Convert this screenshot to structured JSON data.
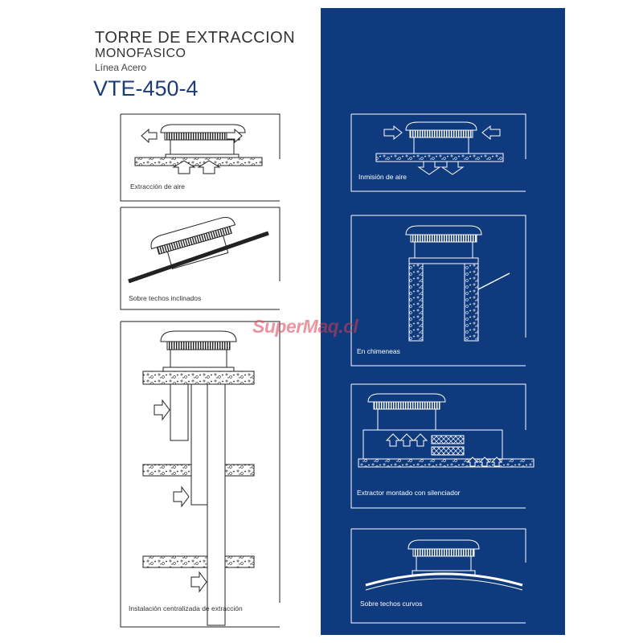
{
  "header": {
    "title_line1": "TORRE DE EXTRACCION",
    "title_line2": "MONOFASICO",
    "subtitle": "Línea Acero",
    "model": "VTE-450-4"
  },
  "captions": {
    "extraccion": "Extracción de aire",
    "techos_inclinados": "Sobre techos inclinados",
    "centralizada": "Instalación centralizada de extracción",
    "inmision": "Inmisión de aire",
    "chimeneas": "En chimeneas",
    "silenciador": "Extractor montado con silenciador",
    "techos_curvos": "Sobre techos curvos"
  },
  "watermark": "SuperMaq.cl",
  "colors": {
    "panel": "#0f3a7d",
    "model_text": "#1d3c78",
    "line_dark": "#222222",
    "line_light": "#ffffff"
  }
}
